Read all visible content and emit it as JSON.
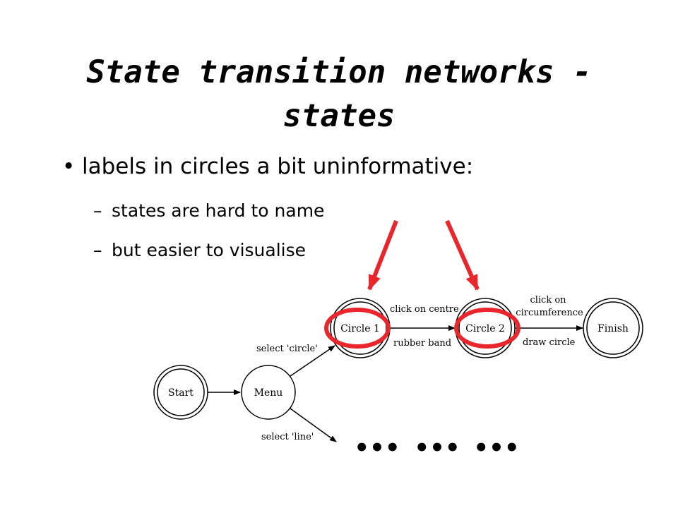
{
  "title": {
    "line1": "State transition networks -",
    "line2": "states"
  },
  "bullet": {
    "symbol": "•",
    "text": "labels in circles a bit uninformative:"
  },
  "subpoints": [
    {
      "dash": "–",
      "text": "states are hard  to name"
    },
    {
      "dash": "–",
      "text": "but easier to visualise"
    }
  ],
  "diagram": {
    "nodes": {
      "start": "Start",
      "menu": "Menu",
      "circle1": "Circle 1",
      "circle2": "Circle 2",
      "finish": "Finish"
    },
    "edges": {
      "select_circle": "select 'circle'",
      "select_line": "select 'line'",
      "click_centre": "click on centre",
      "rubber_band": "rubber band",
      "click_on": "click on",
      "circumference": "circumference",
      "draw_circle": "draw circle"
    },
    "ellipsis": [
      "•••",
      "•••",
      "•••"
    ],
    "highlight_color": "#e8262c"
  }
}
